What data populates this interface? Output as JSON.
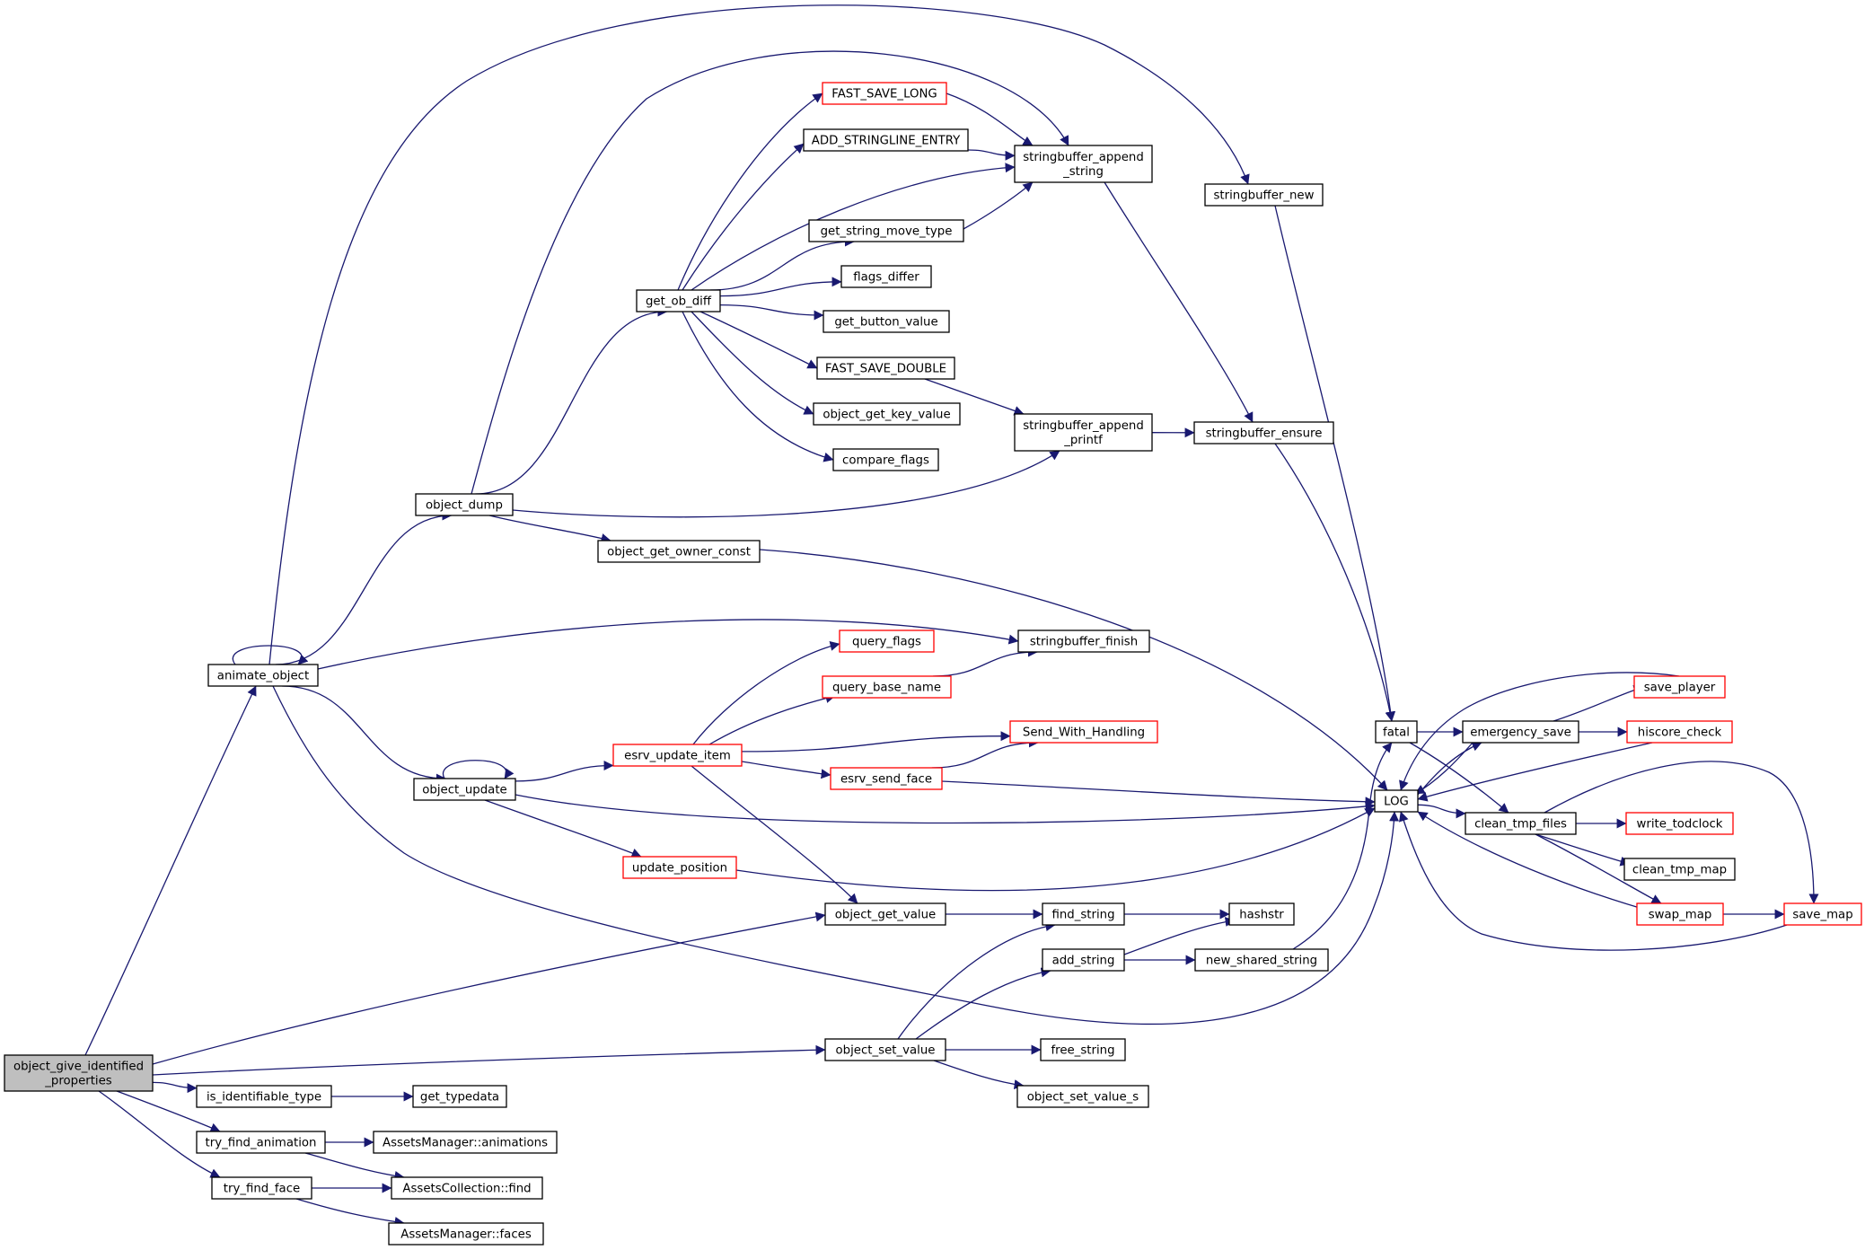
{
  "colors": {
    "edge": "#191970",
    "node_border_normal": "#000000",
    "node_border_truncated": "#ff0000",
    "node_fill": "#ffffff",
    "root_fill": "#bfbfbf",
    "text": "#000000"
  },
  "nodes": [
    {
      "id": "root",
      "lines": [
        "object_give_identified",
        "_properties"
      ],
      "kind": "root"
    },
    {
      "id": "animate_object",
      "lines": [
        "animate_object"
      ],
      "kind": "normal"
    },
    {
      "id": "is_identifiable_type",
      "lines": [
        "is_identifiable_type"
      ],
      "kind": "normal"
    },
    {
      "id": "try_find_animation",
      "lines": [
        "try_find_animation"
      ],
      "kind": "normal"
    },
    {
      "id": "try_find_face",
      "lines": [
        "try_find_face"
      ],
      "kind": "normal"
    },
    {
      "id": "object_dump",
      "lines": [
        "object_dump"
      ],
      "kind": "normal"
    },
    {
      "id": "object_update",
      "lines": [
        "object_update"
      ],
      "kind": "normal"
    },
    {
      "id": "get_ob_diff",
      "lines": [
        "get_ob_diff"
      ],
      "kind": "normal"
    },
    {
      "id": "object_get_owner_const",
      "lines": [
        "object_get_owner_const"
      ],
      "kind": "normal"
    },
    {
      "id": "esrv_update_item",
      "lines": [
        "esrv_update_item"
      ],
      "kind": "truncated"
    },
    {
      "id": "update_position",
      "lines": [
        "update_position"
      ],
      "kind": "truncated"
    },
    {
      "id": "object_get_value",
      "lines": [
        "object_get_value"
      ],
      "kind": "normal"
    },
    {
      "id": "object_set_value",
      "lines": [
        "object_set_value"
      ],
      "kind": "normal"
    },
    {
      "id": "get_typedata",
      "lines": [
        "get_typedata"
      ],
      "kind": "normal"
    },
    {
      "id": "am_animations",
      "lines": [
        "AssetsManager::animations"
      ],
      "kind": "normal"
    },
    {
      "id": "ac_find",
      "lines": [
        "AssetsCollection::find"
      ],
      "kind": "normal"
    },
    {
      "id": "am_faces",
      "lines": [
        "AssetsManager::faces"
      ],
      "kind": "normal"
    },
    {
      "id": "fast_save_long",
      "lines": [
        "FAST_SAVE_LONG"
      ],
      "kind": "truncated"
    },
    {
      "id": "add_stringline_entry",
      "lines": [
        "ADD_STRINGLINE_ENTRY"
      ],
      "kind": "normal"
    },
    {
      "id": "get_string_move_type",
      "lines": [
        "get_string_move_type"
      ],
      "kind": "normal"
    },
    {
      "id": "flags_differ",
      "lines": [
        "flags_differ"
      ],
      "kind": "normal"
    },
    {
      "id": "get_button_value",
      "lines": [
        "get_button_value"
      ],
      "kind": "normal"
    },
    {
      "id": "fast_save_double",
      "lines": [
        "FAST_SAVE_DOUBLE"
      ],
      "kind": "normal"
    },
    {
      "id": "object_get_key_value",
      "lines": [
        "object_get_key_value"
      ],
      "kind": "normal"
    },
    {
      "id": "compare_flags",
      "lines": [
        "compare_flags"
      ],
      "kind": "normal"
    },
    {
      "id": "query_flags",
      "lines": [
        "query_flags"
      ],
      "kind": "truncated"
    },
    {
      "id": "query_base_name",
      "lines": [
        "query_base_name"
      ],
      "kind": "truncated"
    },
    {
      "id": "esrv_send_face",
      "lines": [
        "esrv_send_face"
      ],
      "kind": "truncated"
    },
    {
      "id": "sb_append_string",
      "lines": [
        "stringbuffer_append",
        "_string"
      ],
      "kind": "normal"
    },
    {
      "id": "sb_append_printf",
      "lines": [
        "stringbuffer_append",
        "_printf"
      ],
      "kind": "normal"
    },
    {
      "id": "sb_finish",
      "lines": [
        "stringbuffer_finish"
      ],
      "kind": "normal"
    },
    {
      "id": "send_with_handling",
      "lines": [
        "Send_With_Handling"
      ],
      "kind": "truncated"
    },
    {
      "id": "find_string",
      "lines": [
        "find_string"
      ],
      "kind": "normal"
    },
    {
      "id": "add_string",
      "lines": [
        "add_string"
      ],
      "kind": "normal"
    },
    {
      "id": "free_string",
      "lines": [
        "free_string"
      ],
      "kind": "normal"
    },
    {
      "id": "object_set_value_s",
      "lines": [
        "object_set_value_s"
      ],
      "kind": "normal"
    },
    {
      "id": "sb_new",
      "lines": [
        "stringbuffer_new"
      ],
      "kind": "normal"
    },
    {
      "id": "sb_ensure",
      "lines": [
        "stringbuffer_ensure"
      ],
      "kind": "normal"
    },
    {
      "id": "hashstr",
      "lines": [
        "hashstr"
      ],
      "kind": "normal"
    },
    {
      "id": "new_shared_string",
      "lines": [
        "new_shared_string"
      ],
      "kind": "normal"
    },
    {
      "id": "fatal",
      "lines": [
        "fatal"
      ],
      "kind": "normal"
    },
    {
      "id": "log",
      "lines": [
        "LOG"
      ],
      "kind": "normal"
    },
    {
      "id": "emergency_save",
      "lines": [
        "emergency_save"
      ],
      "kind": "normal"
    },
    {
      "id": "clean_tmp_files",
      "lines": [
        "clean_tmp_files"
      ],
      "kind": "normal"
    },
    {
      "id": "save_player",
      "lines": [
        "save_player"
      ],
      "kind": "truncated"
    },
    {
      "id": "hiscore_check",
      "lines": [
        "hiscore_check"
      ],
      "kind": "truncated"
    },
    {
      "id": "write_todclock",
      "lines": [
        "write_todclock"
      ],
      "kind": "truncated"
    },
    {
      "id": "clean_tmp_map",
      "lines": [
        "clean_tmp_map"
      ],
      "kind": "normal"
    },
    {
      "id": "swap_map",
      "lines": [
        "swap_map"
      ],
      "kind": "truncated"
    },
    {
      "id": "save_map",
      "lines": [
        "save_map"
      ],
      "kind": "truncated"
    }
  ],
  "edges": [
    [
      "root",
      "animate_object"
    ],
    [
      "root",
      "object_get_value"
    ],
    [
      "root",
      "object_set_value"
    ],
    [
      "root",
      "is_identifiable_type"
    ],
    [
      "root",
      "try_find_animation"
    ],
    [
      "root",
      "try_find_face"
    ],
    [
      "animate_object",
      "animate_object"
    ],
    [
      "animate_object",
      "object_dump"
    ],
    [
      "animate_object",
      "object_update"
    ],
    [
      "animate_object",
      "sb_new"
    ],
    [
      "animate_object",
      "sb_finish"
    ],
    [
      "animate_object",
      "log"
    ],
    [
      "object_dump",
      "get_ob_diff"
    ],
    [
      "object_dump",
      "sb_append_string"
    ],
    [
      "object_dump",
      "sb_append_printf"
    ],
    [
      "object_dump",
      "object_get_owner_const"
    ],
    [
      "get_ob_diff",
      "fast_save_long"
    ],
    [
      "get_ob_diff",
      "add_stringline_entry"
    ],
    [
      "get_ob_diff",
      "sb_append_string"
    ],
    [
      "get_ob_diff",
      "get_string_move_type"
    ],
    [
      "get_ob_diff",
      "flags_differ"
    ],
    [
      "get_ob_diff",
      "get_button_value"
    ],
    [
      "get_ob_diff",
      "fast_save_double"
    ],
    [
      "get_ob_diff",
      "object_get_key_value"
    ],
    [
      "get_ob_diff",
      "compare_flags"
    ],
    [
      "fast_save_long",
      "sb_append_string"
    ],
    [
      "add_stringline_entry",
      "sb_append_string"
    ],
    [
      "get_string_move_type",
      "sb_append_string"
    ],
    [
      "fast_save_double",
      "sb_append_printf"
    ],
    [
      "sb_append_string",
      "sb_ensure"
    ],
    [
      "sb_append_printf",
      "sb_ensure"
    ],
    [
      "sb_new",
      "fatal"
    ],
    [
      "sb_ensure",
      "fatal"
    ],
    [
      "object_get_owner_const",
      "log"
    ],
    [
      "object_update",
      "object_update"
    ],
    [
      "object_update",
      "esrv_update_item"
    ],
    [
      "object_update",
      "log"
    ],
    [
      "object_update",
      "update_position"
    ],
    [
      "esrv_update_item",
      "query_flags"
    ],
    [
      "esrv_update_item",
      "query_base_name"
    ],
    [
      "esrv_update_item",
      "send_with_handling"
    ],
    [
      "esrv_update_item",
      "esrv_send_face"
    ],
    [
      "esrv_update_item",
      "object_get_value"
    ],
    [
      "query_base_name",
      "sb_finish"
    ],
    [
      "esrv_send_face",
      "send_with_handling"
    ],
    [
      "esrv_send_face",
      "log"
    ],
    [
      "update_position",
      "log"
    ],
    [
      "object_get_value",
      "find_string"
    ],
    [
      "find_string",
      "hashstr"
    ],
    [
      "object_set_value",
      "find_string"
    ],
    [
      "object_set_value",
      "add_string"
    ],
    [
      "object_set_value",
      "free_string"
    ],
    [
      "object_set_value",
      "object_set_value_s"
    ],
    [
      "add_string",
      "hashstr"
    ],
    [
      "add_string",
      "new_shared_string"
    ],
    [
      "new_shared_string",
      "fatal"
    ],
    [
      "is_identifiable_type",
      "get_typedata"
    ],
    [
      "try_find_animation",
      "am_animations"
    ],
    [
      "try_find_animation",
      "ac_find"
    ],
    [
      "try_find_face",
      "ac_find"
    ],
    [
      "try_find_face",
      "am_faces"
    ],
    [
      "fatal",
      "emergency_save"
    ],
    [
      "fatal",
      "clean_tmp_files"
    ],
    [
      "log",
      "emergency_save"
    ],
    [
      "log",
      "clean_tmp_files"
    ],
    [
      "emergency_save",
      "save_player"
    ],
    [
      "emergency_save",
      "hiscore_check"
    ],
    [
      "emergency_save",
      "log"
    ],
    [
      "save_player",
      "log"
    ],
    [
      "hiscore_check",
      "log"
    ],
    [
      "clean_tmp_files",
      "write_todclock"
    ],
    [
      "clean_tmp_files",
      "clean_tmp_map"
    ],
    [
      "clean_tmp_files",
      "swap_map"
    ],
    [
      "clean_tmp_files",
      "save_map"
    ],
    [
      "swap_map",
      "save_map"
    ],
    [
      "swap_map",
      "log"
    ],
    [
      "save_map",
      "log"
    ]
  ]
}
